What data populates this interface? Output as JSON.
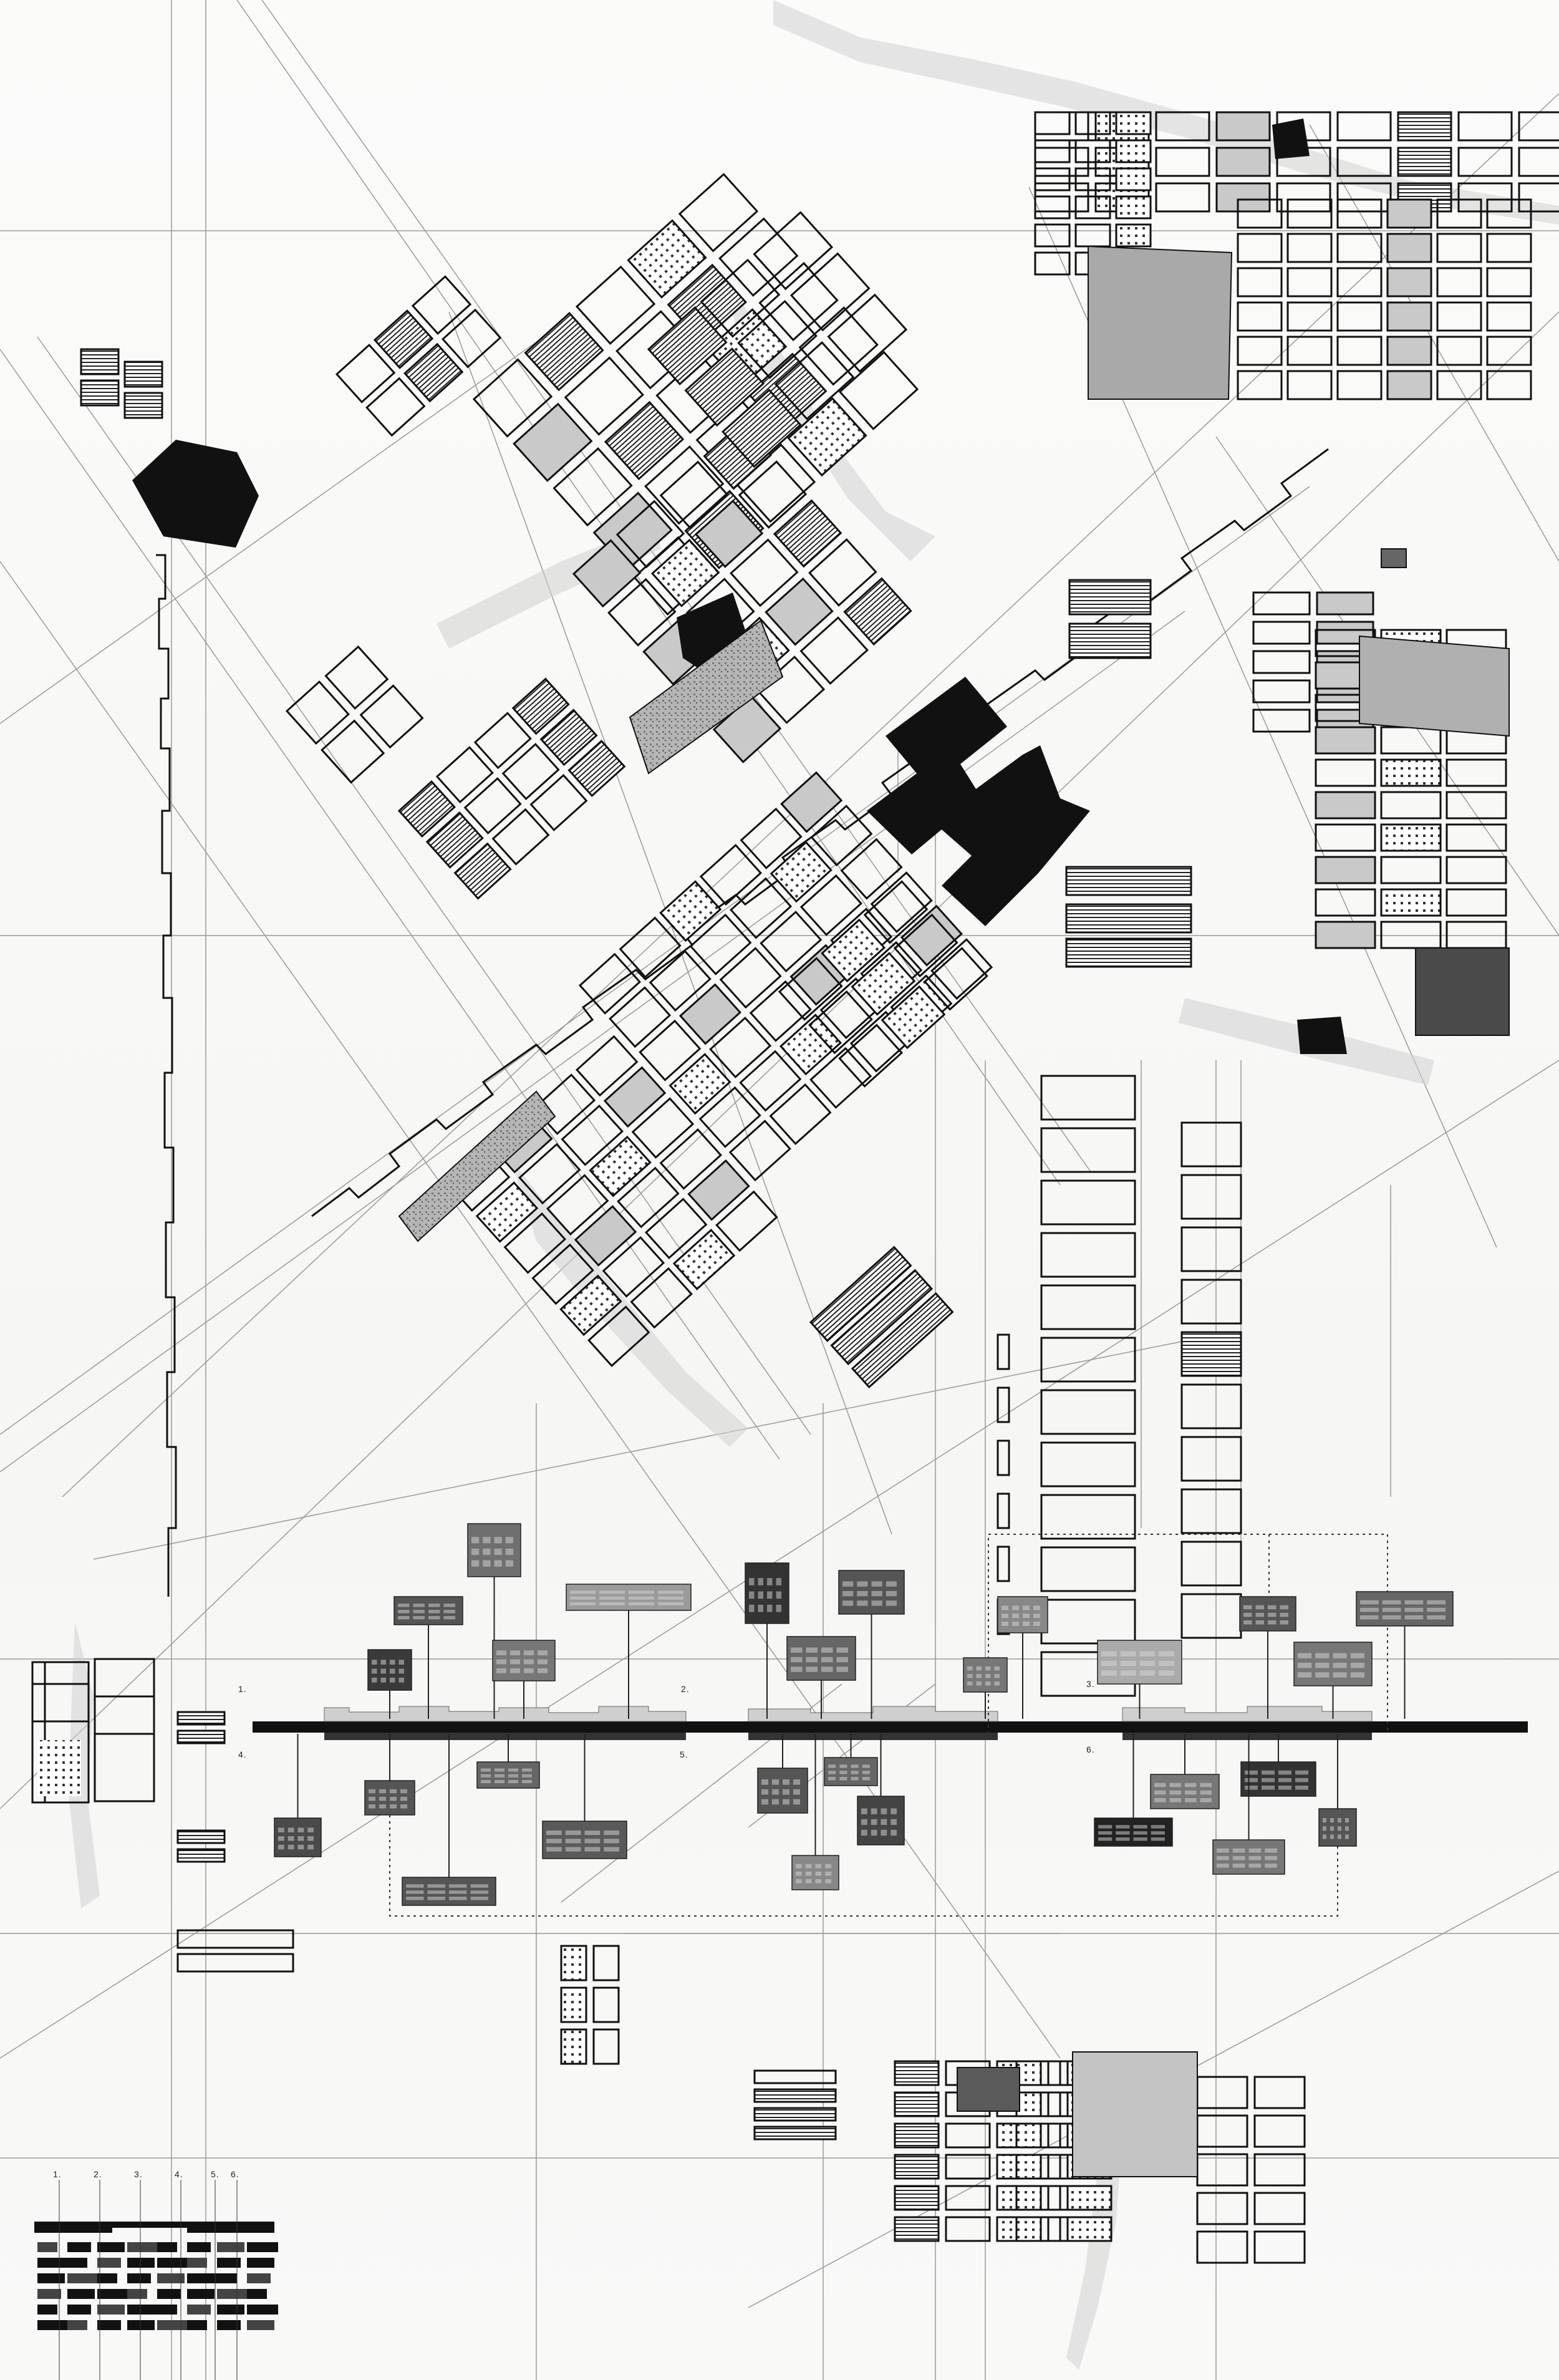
{
  "street_labels": [
    "1.",
    "2.",
    "3.",
    "4.",
    "5.",
    "6."
  ],
  "legend_labels": [
    "1.",
    "2.",
    "3.",
    "4.",
    "5.",
    "6."
  ],
  "colors": {
    "ink": "#111111",
    "line": "#444444",
    "faint": "#9a9a9a",
    "tone": "#8d8d8d",
    "paper": "#fbfbfa"
  }
}
